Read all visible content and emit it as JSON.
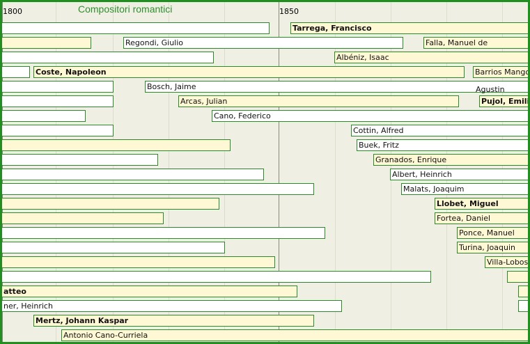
{
  "title": "Compositori romantici",
  "years": [
    "1800",
    "1850"
  ],
  "composers": {
    "tarrega": "Tarrega, Francisco",
    "regondi": "Regondi, Giulio",
    "falla": "Falla, Manuel de",
    "albeniz": "Albéniz, Isaac",
    "coste": "Coste, Napoleon",
    "barrios": "Barrios Mangoré",
    "bosch": "Bosch, Jaime",
    "agustin": "Agustin",
    "arcas": "Arcas, Julian",
    "pujol": "Pujol, Emilio",
    "cano": "Cano, Federico",
    "cottin": "Cottin, Alfred",
    "buek": "Buek, Fritz",
    "granados": "Granados, Enrique",
    "albert": "Albert, Heinrich",
    "malats": "Malats, Joaquim",
    "llobet": "Llobet, Miguel",
    "fortea": "Fortea, Daniel",
    "ponce": "Ponce, Manuel",
    "turina": "Turina, Joaquin",
    "villa": "Villa-Lobos",
    "matteo": "atteo",
    "heinrich": "ner, Heinrich",
    "mertz": "Mertz, Johann Kaspar",
    "canocurriela": "Antonio Cano-Curriela"
  }
}
